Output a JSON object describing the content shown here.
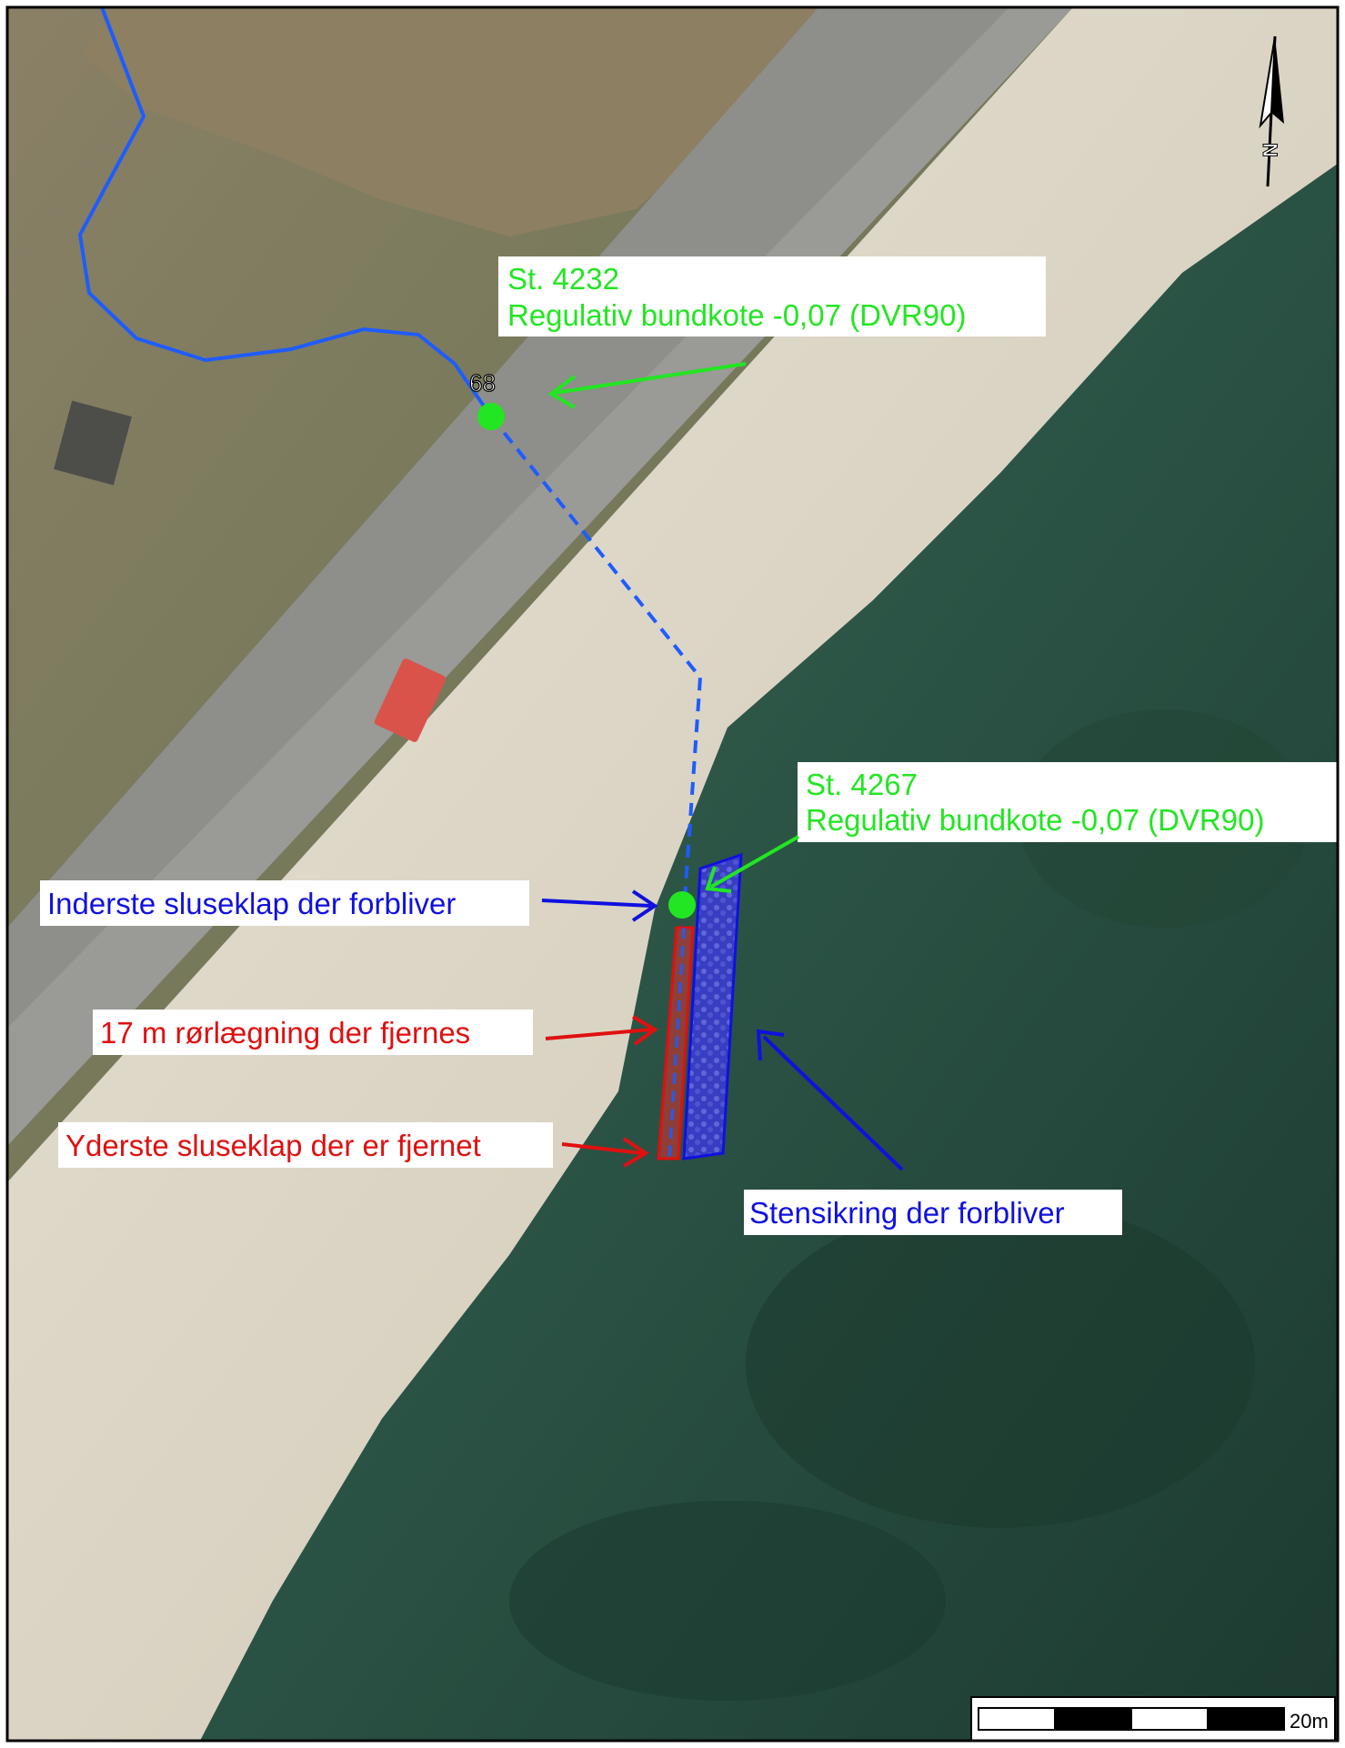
{
  "colors": {
    "green": "#22e622",
    "blue": "#1010e0",
    "red": "#e01010",
    "stream": "#1e5cff",
    "water_dark": "#1f3b30",
    "water": "#2f5a4a",
    "sand": "#d9d3c3",
    "road": "#8f8f8c",
    "grass": "#6d7355"
  },
  "icons": {
    "north_arrow": "north-arrow-icon",
    "station_point": "station-dot-icon"
  },
  "stations": {
    "upper": {
      "number": "68",
      "title": "St. 4232",
      "subtitle": "Regulativ bundkote -0,07 (DVR90)"
    },
    "lower": {
      "title": "St. 4267",
      "subtitle": "Regulativ bundkote -0,07 (DVR90)"
    }
  },
  "annotations": {
    "inner_flap": "Inderste sluseklap der forbliver",
    "pipe_removed": "17 m rørlægning der fjernes",
    "outer_flap": "Yderste sluseklap der er fjernet",
    "stone_protection": "Stensikring der forbliver"
  },
  "north_arrow": {
    "label": "N"
  },
  "scale_bar": {
    "label": "20m",
    "segments": 4
  }
}
